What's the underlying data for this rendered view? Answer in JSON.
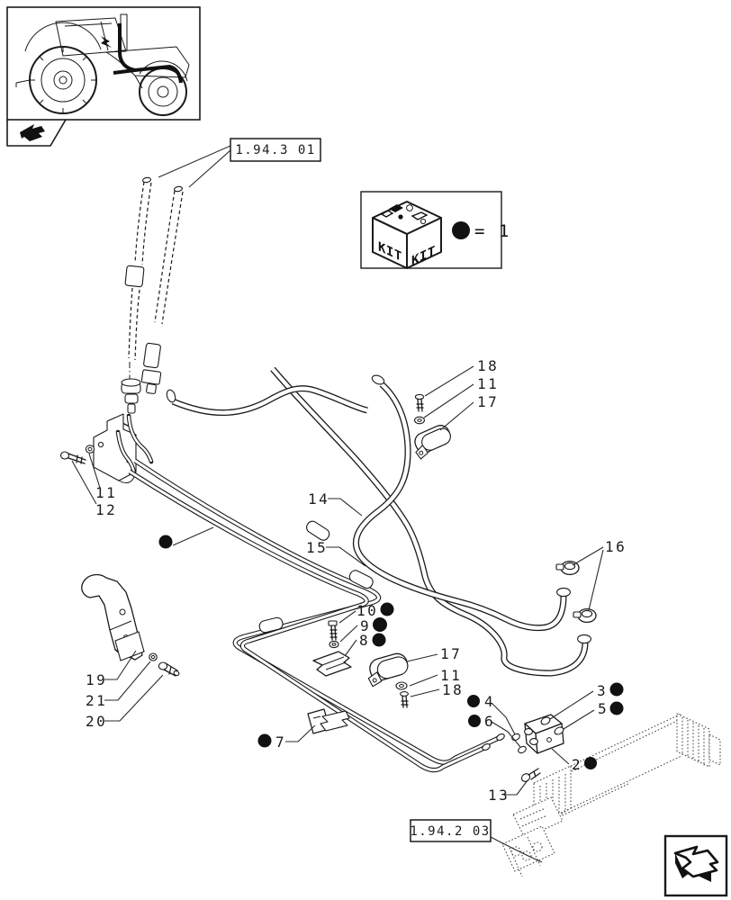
{
  "page": {
    "background": "#ffffff",
    "line_color": "#1a1a1a"
  },
  "thumbnail": {
    "subject": "tractor"
  },
  "references": {
    "top_box": "1.94.3 01",
    "bottom_box": "1.94.2 03"
  },
  "kit_legend": {
    "cube_left_face": "KIT",
    "cube_right_face": "KIT",
    "equation": "= 1"
  },
  "callouts": {
    "top_screw": "18",
    "top_washer": "11",
    "top_clamp": "17",
    "left_washer": "11",
    "left_bolt": "12",
    "hose_upper": "14",
    "hose_lower": "15",
    "hose_clamps": "16",
    "mid_bolt": "10",
    "mid_washer": "9",
    "mid_clip": "8",
    "mid_clamp": "17",
    "mid_washer2": "11",
    "mid_screw": "18",
    "bracket": "19",
    "bracket_washer": "21",
    "bracket_bolt": "20",
    "pipe_clip": "7",
    "oring_a": "4",
    "oring_b": "6",
    "oring_c": "3",
    "oring_d": "5",
    "union_block": "2",
    "union_bolt": "13"
  }
}
